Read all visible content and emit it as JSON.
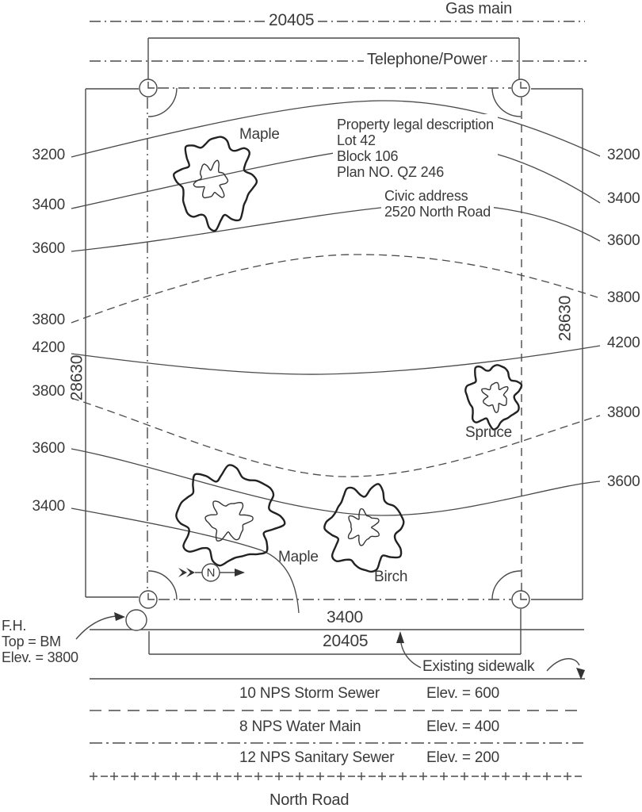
{
  "title": "Residential site plan survey drawing",
  "annotations": {
    "gas_main": "Gas main",
    "telephone_power": "Telephone/Power",
    "dim_top": "20405",
    "dim_bottom": "20405",
    "dim_left": "28630",
    "dim_right": "28630",
    "contour_exit_label": "3400",
    "north_symbol": "N",
    "existing_sidewalk": "Existing sidewalk",
    "north_road": "North Road"
  },
  "legal": {
    "line1": "Property legal description",
    "line2": "Lot 42",
    "line3": "Block 106",
    "line4": "Plan NO. QZ 246"
  },
  "civic": {
    "line1": "Civic address",
    "line2": "2520 North Road"
  },
  "benchmark": {
    "line1": "F.H.",
    "line2": "Top = BM",
    "line3": "Elev. = 3800"
  },
  "contours": {
    "left_labels": [
      "3200",
      "3400",
      "3600",
      "3800",
      "4200",
      "3800",
      "3600",
      "3400"
    ],
    "right_labels": [
      "3200",
      "3400",
      "3600",
      "3800",
      "4200",
      "3800",
      "3600"
    ]
  },
  "trees": {
    "maple_top": "Maple",
    "maple_bottom": "Maple",
    "birch": "Birch",
    "spruce": "Spruce"
  },
  "utilities": [
    {
      "name": "10 NPS Storm Sewer",
      "elev": "Elev. = 600"
    },
    {
      "name": "8 NPS Water Main",
      "elev": "Elev. = 400"
    },
    {
      "name": "12 NPS Sanitary Sewer",
      "elev": "Elev. = 200"
    }
  ],
  "colors": {
    "line": "#4a4a4a",
    "tree_outline": "#222222",
    "text": "#3a3a3a",
    "background": "#ffffff"
  }
}
